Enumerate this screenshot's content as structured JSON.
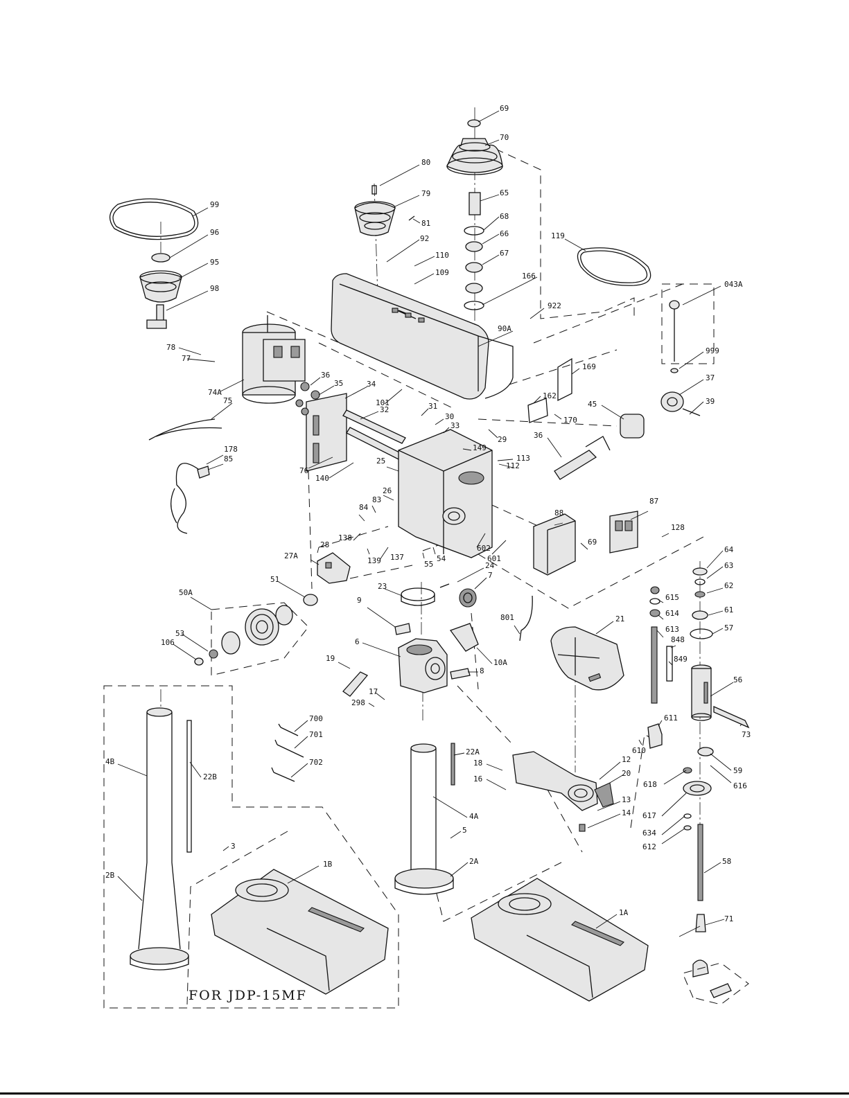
{
  "note": "FOR JDP-15MF",
  "parts": [
    {
      "id": "p69t",
      "label": "69"
    },
    {
      "id": "p70",
      "label": "70"
    },
    {
      "id": "p80",
      "label": "80"
    },
    {
      "id": "p79",
      "label": "79"
    },
    {
      "id": "p65",
      "label": "65"
    },
    {
      "id": "p81",
      "label": "81"
    },
    {
      "id": "p68t",
      "label": "68"
    },
    {
      "id": "p92",
      "label": "92"
    },
    {
      "id": "p66",
      "label": "66"
    },
    {
      "id": "p110",
      "label": "110"
    },
    {
      "id": "p67",
      "label": "67"
    },
    {
      "id": "p109",
      "label": "109"
    },
    {
      "id": "p166",
      "label": "166"
    },
    {
      "id": "p99",
      "label": "99"
    },
    {
      "id": "p96",
      "label": "96"
    },
    {
      "id": "p95",
      "label": "95"
    },
    {
      "id": "p98",
      "label": "98"
    },
    {
      "id": "p119",
      "label": "119"
    },
    {
      "id": "p043A",
      "label": "043A"
    },
    {
      "id": "p922",
      "label": "922"
    },
    {
      "id": "p90A",
      "label": "90A"
    },
    {
      "id": "p999",
      "label": "999"
    },
    {
      "id": "p37",
      "label": "37"
    },
    {
      "id": "p39",
      "label": "39"
    },
    {
      "id": "p169",
      "label": "169"
    },
    {
      "id": "p162",
      "label": "162"
    },
    {
      "id": "p170",
      "label": "170"
    },
    {
      "id": "p45",
      "label": "45"
    },
    {
      "id": "p78",
      "label": "78"
    },
    {
      "id": "p77",
      "label": "77"
    },
    {
      "id": "p74A",
      "label": "74A"
    },
    {
      "id": "p75",
      "label": "75"
    },
    {
      "id": "p36a",
      "label": "36"
    },
    {
      "id": "p35",
      "label": "35"
    },
    {
      "id": "p34",
      "label": "34"
    },
    {
      "id": "p101",
      "label": "101"
    },
    {
      "id": "p32",
      "label": "32"
    },
    {
      "id": "p31",
      "label": "31"
    },
    {
      "id": "p30",
      "label": "30"
    },
    {
      "id": "p33",
      "label": "33"
    },
    {
      "id": "p29",
      "label": "29"
    },
    {
      "id": "p36b",
      "label": "36"
    },
    {
      "id": "p149",
      "label": "149"
    },
    {
      "id": "p113",
      "label": "113"
    },
    {
      "id": "p112",
      "label": "112"
    },
    {
      "id": "p178",
      "label": "178"
    },
    {
      "id": "p85",
      "label": "85"
    },
    {
      "id": "p76",
      "label": "76"
    },
    {
      "id": "p140",
      "label": "140"
    },
    {
      "id": "p25",
      "label": "25"
    },
    {
      "id": "p26",
      "label": "26"
    },
    {
      "id": "p83",
      "label": "83"
    },
    {
      "id": "p84",
      "label": "84"
    },
    {
      "id": "p87",
      "label": "87"
    },
    {
      "id": "p88",
      "label": "88"
    },
    {
      "id": "p128",
      "label": "128"
    },
    {
      "id": "p28",
      "label": "28"
    },
    {
      "id": "p138",
      "label": "138"
    },
    {
      "id": "p27A",
      "label": "27A"
    },
    {
      "id": "p139",
      "label": "139"
    },
    {
      "id": "p137",
      "label": "137"
    },
    {
      "id": "p55",
      "label": "55"
    },
    {
      "id": "p54",
      "label": "54"
    },
    {
      "id": "p602",
      "label": "602"
    },
    {
      "id": "p601",
      "label": "601"
    },
    {
      "id": "p69b",
      "label": "69"
    },
    {
      "id": "p64",
      "label": "64"
    },
    {
      "id": "p63",
      "label": "63"
    },
    {
      "id": "p62",
      "label": "62"
    },
    {
      "id": "p61",
      "label": "61"
    },
    {
      "id": "p57",
      "label": "57"
    },
    {
      "id": "p51",
      "label": "51"
    },
    {
      "id": "p50A",
      "label": "50A"
    },
    {
      "id": "p24",
      "label": "24"
    },
    {
      "id": "p7",
      "label": "7"
    },
    {
      "id": "p23",
      "label": "23"
    },
    {
      "id": "p9",
      "label": "9"
    },
    {
      "id": "p801",
      "label": "801"
    },
    {
      "id": "p21",
      "label": "21"
    },
    {
      "id": "p615",
      "label": "615"
    },
    {
      "id": "p614",
      "label": "614"
    },
    {
      "id": "p613",
      "label": "613"
    },
    {
      "id": "p848",
      "label": "848"
    },
    {
      "id": "p849",
      "label": "849"
    },
    {
      "id": "p53",
      "label": "53"
    },
    {
      "id": "p106",
      "label": "106"
    },
    {
      "id": "p6",
      "label": "6"
    },
    {
      "id": "p10A",
      "label": "10A"
    },
    {
      "id": "p19",
      "label": "19"
    },
    {
      "id": "p8",
      "label": "8"
    },
    {
      "id": "p17",
      "label": "17"
    },
    {
      "id": "p298",
      "label": "298"
    },
    {
      "id": "p56",
      "label": "56"
    },
    {
      "id": "p73",
      "label": "73"
    },
    {
      "id": "p611",
      "label": "611"
    },
    {
      "id": "p610",
      "label": "610"
    },
    {
      "id": "p700",
      "label": "700"
    },
    {
      "id": "p701",
      "label": "701"
    },
    {
      "id": "p702",
      "label": "702"
    },
    {
      "id": "p22A",
      "label": "22A"
    },
    {
      "id": "p18",
      "label": "18"
    },
    {
      "id": "p16",
      "label": "16"
    },
    {
      "id": "p12",
      "label": "12"
    },
    {
      "id": "p20",
      "label": "20"
    },
    {
      "id": "p59",
      "label": "59"
    },
    {
      "id": "p618",
      "label": "618"
    },
    {
      "id": "p616",
      "label": "616"
    },
    {
      "id": "p13",
      "label": "13"
    },
    {
      "id": "p14",
      "label": "14"
    },
    {
      "id": "p617",
      "label": "617"
    },
    {
      "id": "p634",
      "label": "634"
    },
    {
      "id": "p612",
      "label": "612"
    },
    {
      "id": "p4B",
      "label": "4B"
    },
    {
      "id": "p22B",
      "label": "22B"
    },
    {
      "id": "p4A",
      "label": "4A"
    },
    {
      "id": "p5",
      "label": "5"
    },
    {
      "id": "p3",
      "label": "3"
    },
    {
      "id": "p2A",
      "label": "2A"
    },
    {
      "id": "p1B",
      "label": "1B"
    },
    {
      "id": "p58",
      "label": "58"
    },
    {
      "id": "p2B",
      "label": "2B"
    },
    {
      "id": "p1A",
      "label": "1A"
    },
    {
      "id": "p71",
      "label": "71"
    }
  ]
}
